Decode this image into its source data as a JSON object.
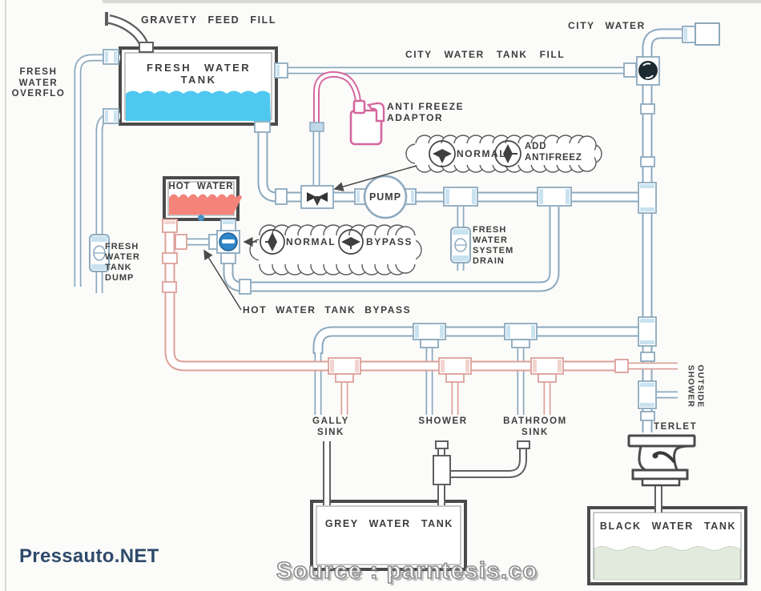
{
  "page": {
    "branding": {
      "site_name": "Pressauto.NET",
      "watermark": "Source : parntesis.co"
    },
    "labels": {
      "gravity_feed_fill": "GRAVETY FEED FILL",
      "fresh_water_tank": "FRESH WATER TANK",
      "fresh_water_overflow": "FRESH\nWATER\nOVERFLO",
      "city_water_tank_fill": "CITY WATER TANK FILL",
      "city_water": "CITY WATER",
      "anti_freeze_adaptor": "ANTI FREEZE\nADAPTOR",
      "pump": "PUMP",
      "hot_water_tank": "HOT WATER",
      "fresh_water_system_drain": "FRESH\nWATER\nSYSTEM\nDRAIN",
      "fresh_water_tank_dump": "FRESH\nWATER\nTANK\nDUMP",
      "hot_water_tank_bypass": "HOT WATER TANK BYPASS",
      "gally_sink": "GALLY\nSINK",
      "shower": "SHOWER",
      "bathroom_sink": "BATHROOM\nSINK",
      "outside_shower": "OUTSIDE\nSHOWER",
      "terlet": "TERLET",
      "grey_water_tank": "GREY WATER TANK",
      "black_water_tank": "BLACK WATER TANK"
    },
    "callouts": {
      "antifreeze_valve": {
        "normal": "NORMAL",
        "add": "ADD\nANTIFREEZ"
      },
      "bypass_valve": {
        "normal": "NORMAL",
        "bypass": "BYPASS"
      }
    },
    "colors": {
      "cold_pipe": "#8CA9BE",
      "hot_pipe": "#DCA09A",
      "drain_pipe": "#606060",
      "fresh_water": "#4FC8EF",
      "hot_water": "#F4837A",
      "antifreeze_pink": "#D4679E",
      "valve_ball_blue": "#2F86C8",
      "black_tank_water": "#E2EBDD",
      "brand_blue": "#2E4A6B",
      "label_ink": "#3D3D3D"
    }
  }
}
